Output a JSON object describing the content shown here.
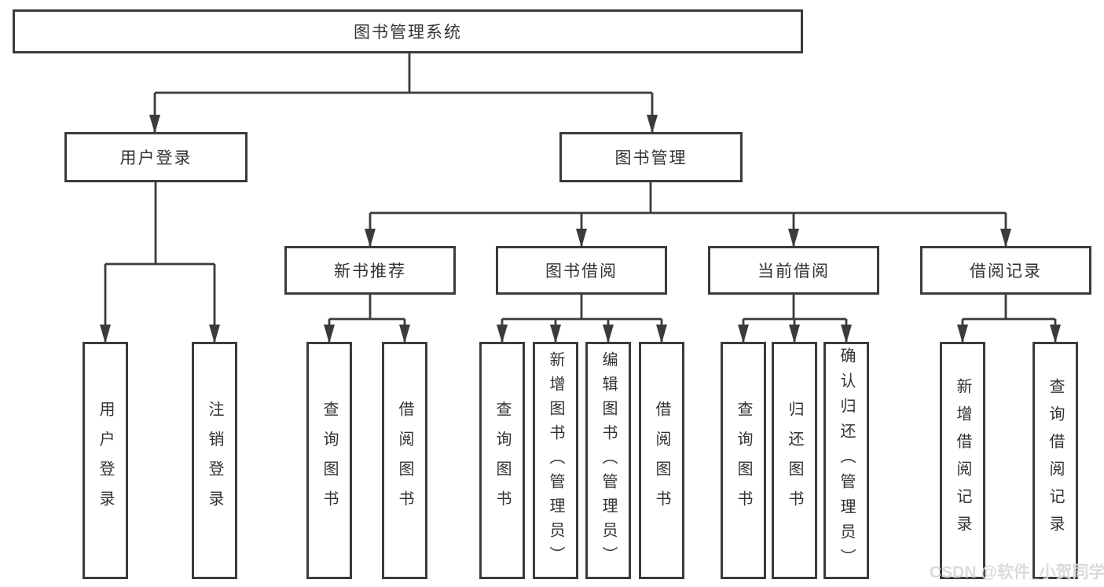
{
  "colors": {
    "line": "#3b3b3b",
    "text": "#333333",
    "background": "#ffffff",
    "watermark": "#d8d8d8"
  },
  "tree": {
    "label": "图书管理系统",
    "children": [
      {
        "label": "用户登录",
        "children": [
          {
            "label": "用户登录"
          },
          {
            "label": "注销登录"
          }
        ]
      },
      {
        "label": "图书管理",
        "children": [
          {
            "label": "新书推荐",
            "children": [
              {
                "label": "查询图书"
              },
              {
                "label": "借阅图书"
              }
            ]
          },
          {
            "label": "图书借阅",
            "children": [
              {
                "label": "查询图书"
              },
              {
                "label": "新增图书（管理员）"
              },
              {
                "label": "编辑图书（管理员）"
              },
              {
                "label": "借阅图书"
              }
            ]
          },
          {
            "label": "当前借阅",
            "children": [
              {
                "label": "查询图书"
              },
              {
                "label": "归还图书"
              },
              {
                "label": "确认归还（管理员）"
              }
            ]
          },
          {
            "label": "借阅记录",
            "children": [
              {
                "label": "新增借阅记录"
              },
              {
                "label": "查询借阅记录"
              }
            ]
          }
        ]
      }
    ]
  },
  "watermark": {
    "text": "CSDN @软件_小贺同学"
  }
}
